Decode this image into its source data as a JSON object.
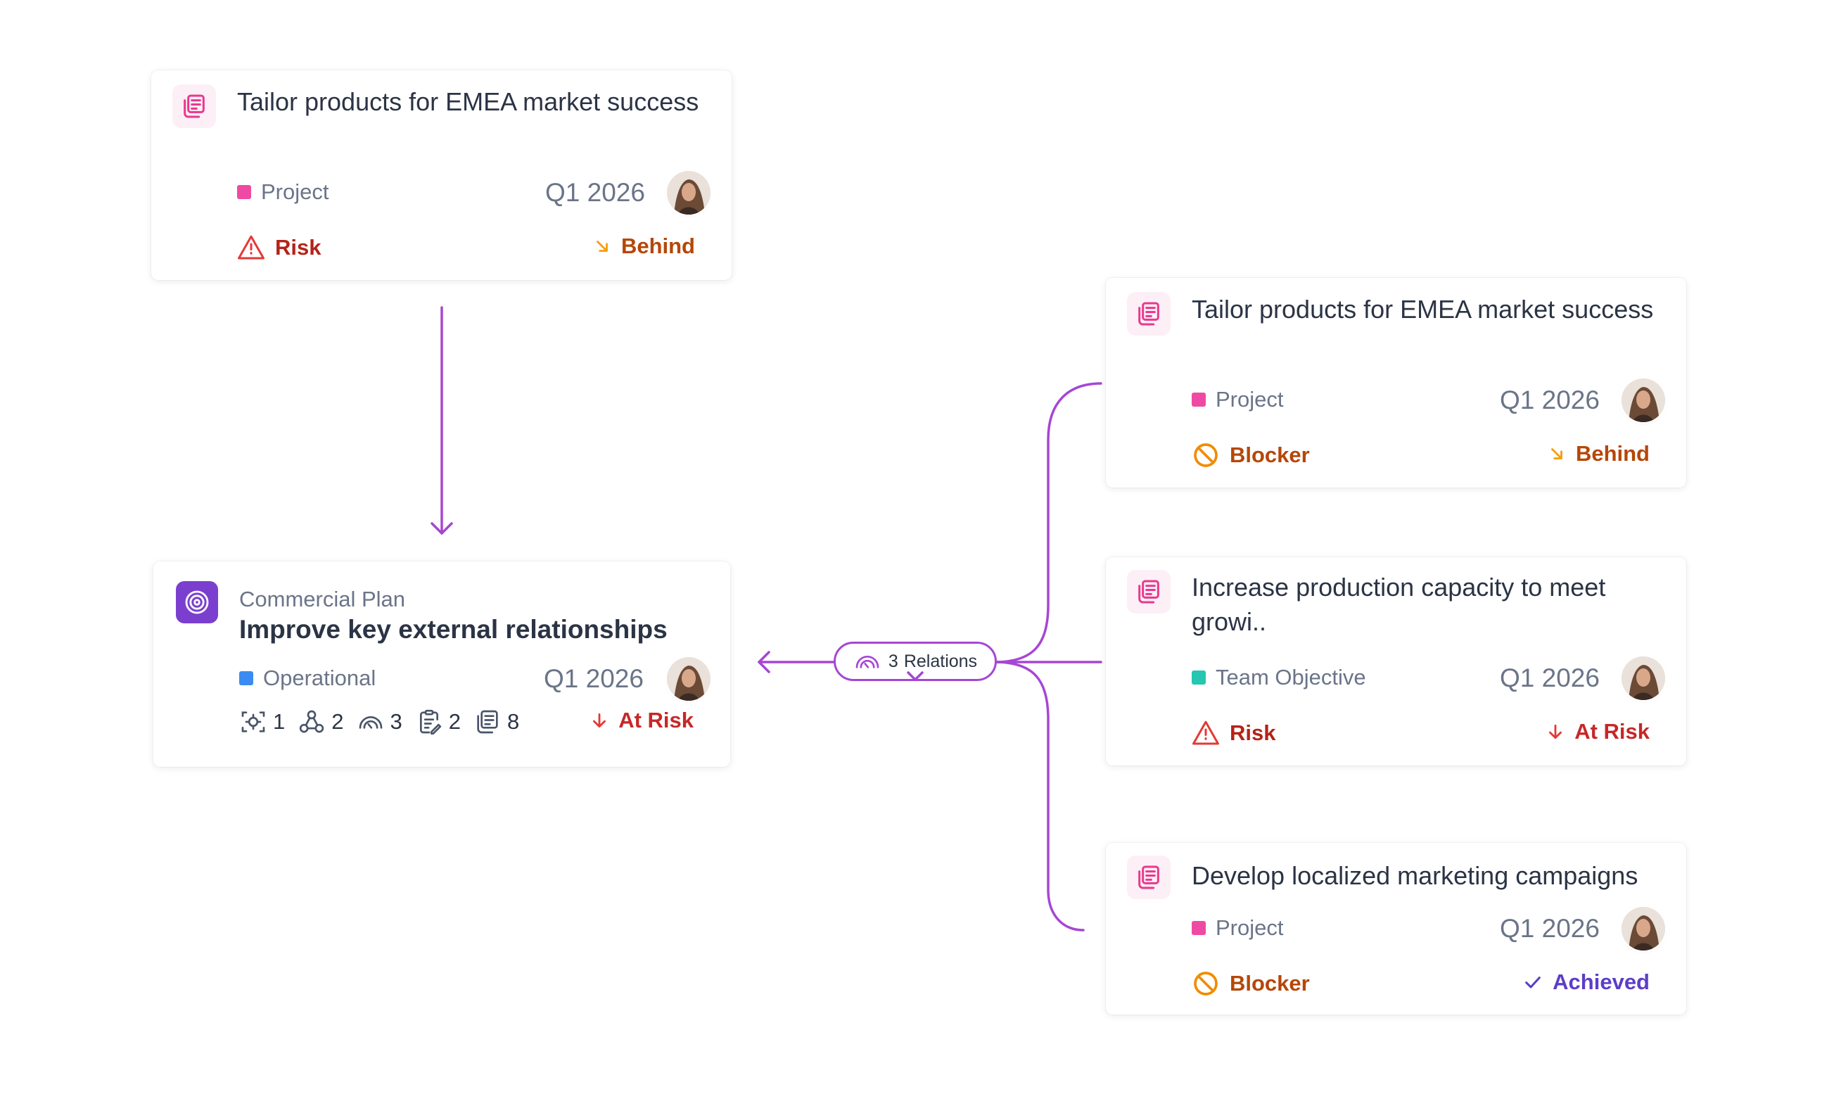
{
  "colors": {
    "connector": "#a646d4",
    "project": "#ee4aa3",
    "operational": "#3b8cf2",
    "team_objective": "#26c6b0",
    "plan_icon": "#7b3fcf"
  },
  "top_card": {
    "title": "Tailor products for EMEA market success",
    "tag": "Project",
    "date": "Q1 2026",
    "status": "Risk",
    "trend": "Behind",
    "icon": "document-stack-icon"
  },
  "main_card": {
    "subtitle": "Commercial Plan",
    "title": "Improve key external relationships",
    "tag": "Operational",
    "date": "Q1 2026",
    "counts": [
      {
        "icon": "focus-target-icon",
        "value": "1"
      },
      {
        "icon": "network-nodes-icon",
        "value": "2"
      },
      {
        "icon": "gauge-icon",
        "value": "3"
      },
      {
        "icon": "checklist-icon",
        "value": "2"
      },
      {
        "icon": "document-stack-icon",
        "value": "8"
      }
    ],
    "trend": "At Risk",
    "icon": "target-icon"
  },
  "relations": {
    "count": "3",
    "label": "Relations"
  },
  "right_cards": [
    {
      "title": "Tailor products for EMEA market success",
      "tag": "Project",
      "date": "Q1 2026",
      "status": "Blocker",
      "trend": "Behind"
    },
    {
      "title": "Increase production capacity to meet growi..",
      "tag": "Team Objective",
      "date": "Q1 2026",
      "status": "Risk",
      "trend": "At Risk"
    },
    {
      "title": "Develop localized marketing campaigns",
      "tag": "Project",
      "date": "Q1 2026",
      "status": "Blocker",
      "trend": "Achieved"
    }
  ]
}
